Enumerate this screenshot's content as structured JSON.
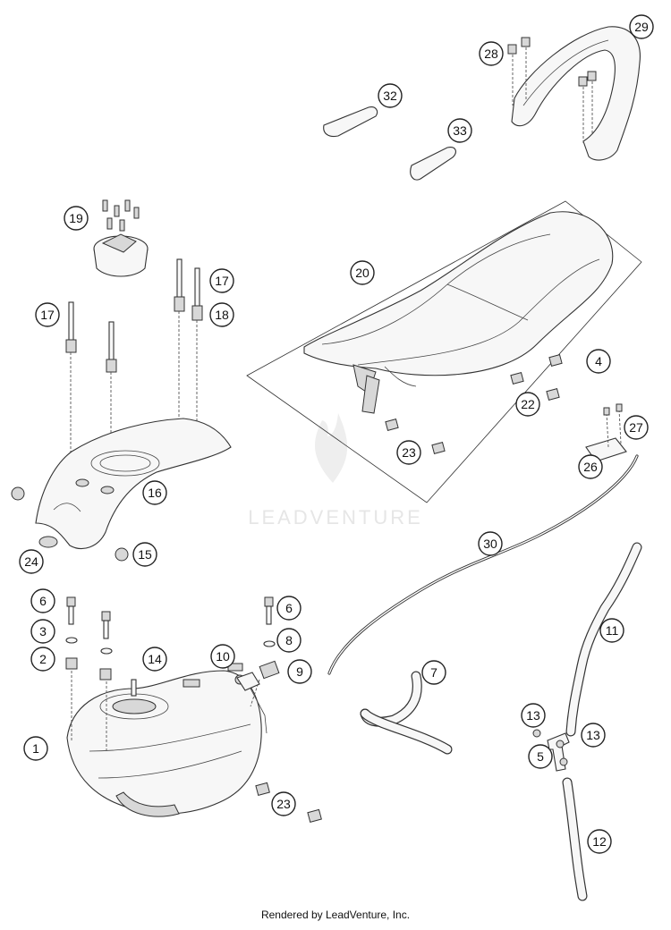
{
  "callouts": [
    "1",
    "2",
    "3",
    "4",
    "5",
    "6",
    "6",
    "7",
    "8",
    "9",
    "10",
    "11",
    "12",
    "13",
    "13",
    "14",
    "15",
    "16",
    "17",
    "17",
    "18",
    "19",
    "20",
    "22",
    "23",
    "23",
    "24",
    "26",
    "27",
    "28",
    "29",
    "30",
    "32",
    "33"
  ],
  "watermark": "LEADVENTURE",
  "footer": "Rendered by LeadVenture, Inc."
}
